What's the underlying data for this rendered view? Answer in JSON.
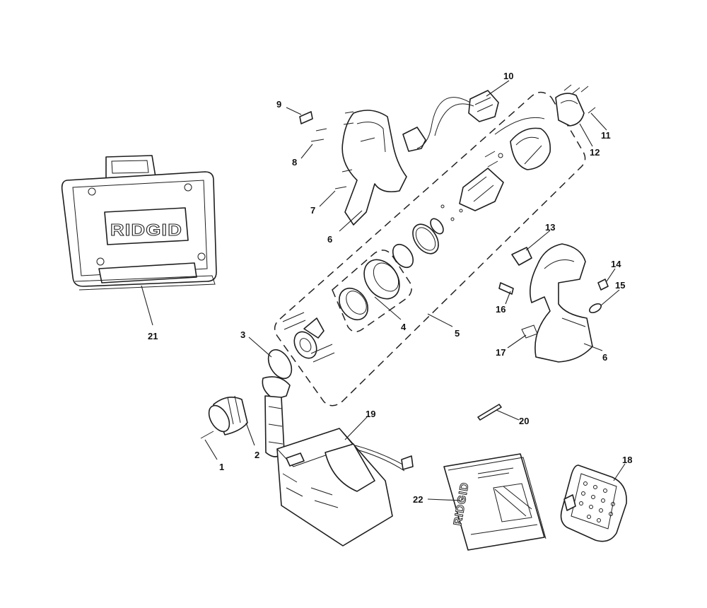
{
  "diagram": {
    "brand_logo": "RIDGID",
    "callouts": [
      {
        "id": "c1",
        "label": "1"
      },
      {
        "id": "c2",
        "label": "2"
      },
      {
        "id": "c3",
        "label": "3"
      },
      {
        "id": "c4",
        "label": "4"
      },
      {
        "id": "c5",
        "label": "5"
      },
      {
        "id": "c6a",
        "label": "6"
      },
      {
        "id": "c6b",
        "label": "6"
      },
      {
        "id": "c7",
        "label": "7"
      },
      {
        "id": "c8",
        "label": "8"
      },
      {
        "id": "c9",
        "label": "9"
      },
      {
        "id": "c10",
        "label": "10"
      },
      {
        "id": "c11",
        "label": "11"
      },
      {
        "id": "c12",
        "label": "12"
      },
      {
        "id": "c13",
        "label": "13"
      },
      {
        "id": "c14",
        "label": "14"
      },
      {
        "id": "c15",
        "label": "15"
      },
      {
        "id": "c16",
        "label": "16"
      },
      {
        "id": "c17",
        "label": "17"
      },
      {
        "id": "c18",
        "label": "18"
      },
      {
        "id": "c19",
        "label": "19"
      },
      {
        "id": "c20",
        "label": "20"
      },
      {
        "id": "c21",
        "label": "21"
      },
      {
        "id": "c22",
        "label": "22"
      }
    ]
  }
}
